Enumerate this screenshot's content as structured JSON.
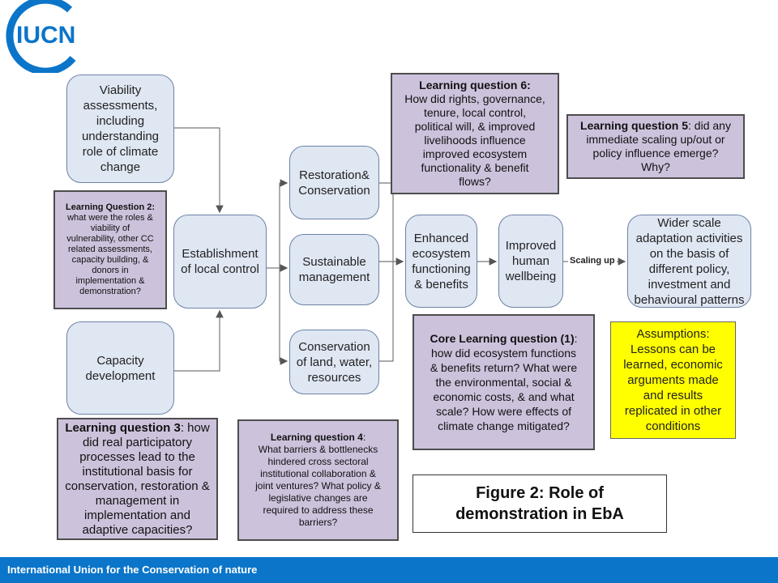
{
  "header": {
    "logo_text": "IUCN",
    "brand_color": "#0b75c9"
  },
  "boxes": {
    "viability": "Viability\nassessments,\nincluding\nunderstanding\nrole of climate\nchange",
    "establishment": "Establishment\nof local control",
    "capacity": "Capacity\ndevelopment",
    "restoration": "Restoration&\nConservation",
    "sustainable": "Sustainable\nmanagement",
    "conservation_land": "Conservation\nof land, water,\nresources",
    "enhanced": "Enhanced\necosystem\nfunctioning\n& benefits",
    "improved": "Improved\nhuman\nwellbeing",
    "wider": "Wider scale\nadaptation activities\non the basis of\ndifferent policy,\ninvestment and\nbehavioural patterns"
  },
  "scaling_up_label": "Scaling up",
  "learning_questions": {
    "q2_title": "Learning Question 2:",
    "q2_text": "what were the roles &\nviability of\nvulnerability, other CC\nrelated assessments,\ncapacity building, &\ndonors in\nimplementation &\ndemonstration?",
    "q3_title": "Learning question 3",
    "q3_text": ": how\ndid real participatory\nprocesses lead to the\ninstitutional basis for\nconservation, restoration &\nmanagement in\nimplementation and\nadaptive capacities?",
    "q4_title": "Learning question 4",
    "q4_colon": ":",
    "q4_text": "What barriers & bottlenecks\nhindered cross sectoral\ninstitutional  collaboration &\njoint ventures? What policy &\nlegislative changes are\nrequired to address these\nbarriers?",
    "q5_title": "Learning question 5",
    "q5_text": ": did any\nimmediate scaling up/out or\npolicy influence emerge?\nWhy?",
    "q6_title": "Learning question 6:",
    "q6_text": "How did rights, governance,\ntenure, local control,\npolitical will, & improved\nlivelihoods influence\nimproved ecosystem\nfunctionality & benefit\nflows?",
    "core_title": "Core Learning question (1)",
    "core_text": ":\nhow did ecosystem functions\n& benefits return? What were\nthe environmental, social &\neconomic costs, & and what\nscale? How were effects of\nclimate change mitigated?"
  },
  "assumptions": "Assumptions:\nLessons can be\nlearned, economic\narguments made\nand results\nreplicated in other\nconditions",
  "figure_caption": "Figure 2: Role of\ndemonstration in EbA",
  "footer_text": "International Union for the Conservation of nature"
}
